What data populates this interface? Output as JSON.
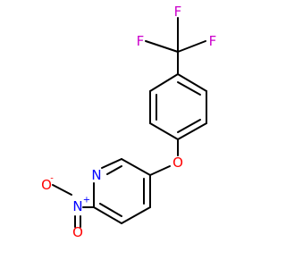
{
  "molecule": {
    "atoms": {
      "F1": {
        "symbol": "F",
        "color": "#CC00CC"
      },
      "F2": {
        "symbol": "F",
        "color": "#CC00CC"
      },
      "F3": {
        "symbol": "F",
        "color": "#CC00CC"
      },
      "O_ether": {
        "symbol": "O",
        "color": "#FF0000"
      },
      "N_pyridine": {
        "symbol": "N",
        "color": "#0000FF"
      },
      "N_nitro": {
        "symbol": "N",
        "charge": "+",
        "color": "#0000FF"
      },
      "O_nitro_single": {
        "symbol": "O",
        "charge": "-",
        "color": "#FF0000"
      },
      "O_nitro_double": {
        "symbol": "O",
        "color": "#FF0000"
      }
    },
    "bond_color": "#000000"
  }
}
